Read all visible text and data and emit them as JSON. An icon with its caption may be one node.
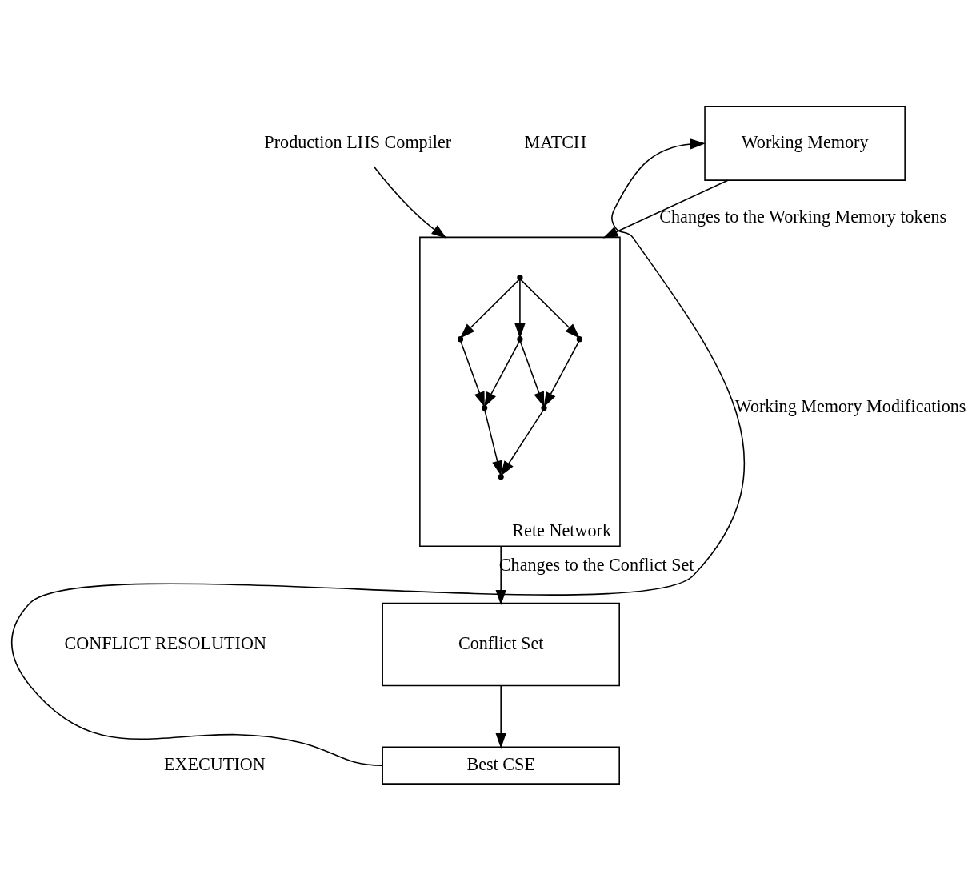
{
  "diagram": {
    "nodes": [
      {
        "text": [
          "Working Memory"
        ]
      },
      {
        "text": [
          "Production LHS Compiler"
        ]
      },
      {
        "text": [
          "Rete Network"
        ]
      },
      {
        "text": [],
        "shape": "point",
        "in": 2
      },
      {
        "text": [],
        "shape": "point",
        "in": 2
      },
      {
        "text": [],
        "shape": "point",
        "in": 2
      },
      {
        "text": [],
        "shape": "point",
        "in": 2
      },
      {
        "text": [],
        "shape": "point",
        "in": 2
      },
      {
        "text": [],
        "shape": "point",
        "in": 2
      },
      {
        "text": [],
        "shape": "point",
        "in": 2
      },
      {
        "text": [
          "Conflict Set"
        ]
      },
      {
        "text": [
          "Best CSE"
        ]
      }
    ],
    "edges": [
      {
        "from": 0,
        "to": 2,
        "arrow": "to",
        "label": "Changes to the Working Memory tokens"
      },
      {
        "from": 1,
        "to": 2,
        "arrow": "to"
      },
      {
        "from": 3,
        "to": 4,
        "arrow": "to"
      },
      {
        "from": 3,
        "to": 5,
        "arrow": "to"
      },
      {
        "from": 3,
        "to": 6,
        "arrow": "to"
      },
      {
        "from": 4,
        "to": 7,
        "arrow": "to"
      },
      {
        "from": 5,
        "to": 7,
        "arrow": "to"
      },
      {
        "from": 5,
        "to": 8,
        "arrow": "to"
      },
      {
        "from": 6,
        "to": 8,
        "arrow": "to"
      },
      {
        "from": 7,
        "to": 9,
        "arrow": "to"
      },
      {
        "from": 8,
        "to": 9,
        "arrow": "to"
      },
      {
        "from": 2,
        "to": 10,
        "arrow": "to",
        "label": "Changes to the Conflict Set"
      },
      {
        "from": 10,
        "to": 11,
        "arrow": "to"
      },
      {
        "from": 11,
        "to": 0,
        "arrow": "to",
        "label": "Working Memory Modifications"
      }
    ],
    "labels": [
      "MATCH",
      "CONFLICT RESOLUTION",
      "EXECUTION"
    ]
  }
}
